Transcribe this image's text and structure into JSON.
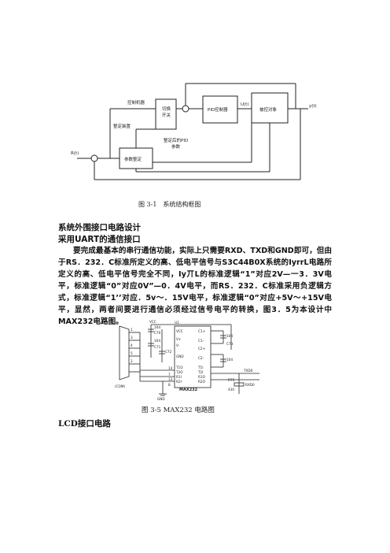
{
  "figure1": {
    "blocks": {
      "switch_line1": "切换",
      "switch_line2": "开关",
      "pid": "PID控制器",
      "plant": "被控对象",
      "tuning": "参数整定"
    },
    "labels": {
      "control_rule": "控制机器",
      "tuner": "整定装置",
      "pid_params_line1": "整定后的PID",
      "pid_params_line2": "参数",
      "r": "R(t)",
      "u": "U(t)",
      "y": "y(t)"
    },
    "caption": "图 3-1　系统结构框图"
  },
  "section": {
    "heading1": "系统外围接口电路设计",
    "heading2": "采用UART的通信接口",
    "paragraph": "要完成最基本的串行通信功能，实际上只需要RXD、TXD和GND即可，但由于RS．232．C标准所定义的高、低电平信号与S3C44B0X系统的IyrrL电路所定义的高、低电平信号完全不同，Iy丌L的标准逻辑“1”对应2V—一3．3V电平，标准逻辑“0”对应0V”—0．4V电平，而RS．232．C标准采用负逻辑方式，标准逻辑“1’’对应．5v～．15V电平，标准逻辑“0”对应+5V～+15V电平，显然，两者间要进行通信必须经过信号电平的转换，图3．5为本设计中MAX232电路图。"
  },
  "figure2": {
    "chip_label": "U1",
    "chip_name": "MAX232",
    "conn_label": "(COM)",
    "pins_left": [
      "1",
      "3",
      "4",
      "5",
      "2",
      "14",
      "7",
      "13",
      "8"
    ],
    "caps": [
      "104",
      "C70",
      "104",
      "C71",
      "C72",
      "104",
      "C73",
      "104"
    ],
    "chip_pins": [
      "VCC",
      "C1+",
      "V+",
      "C1-",
      "V-",
      "C2+",
      "GND",
      "C2-",
      "T1O",
      "T1I",
      "T2O",
      "T2I",
      "R1I",
      "R1O",
      "R2I",
      "R2O"
    ],
    "net_labels": [
      "TXD0",
      "RXD0",
      "R75",
      "430"
    ],
    "vcc": "VCC",
    "gnd_label": "GND",
    "caption": "图 3-5 MAX232 电路图"
  },
  "section2": {
    "heading": "LCD接口电路"
  }
}
